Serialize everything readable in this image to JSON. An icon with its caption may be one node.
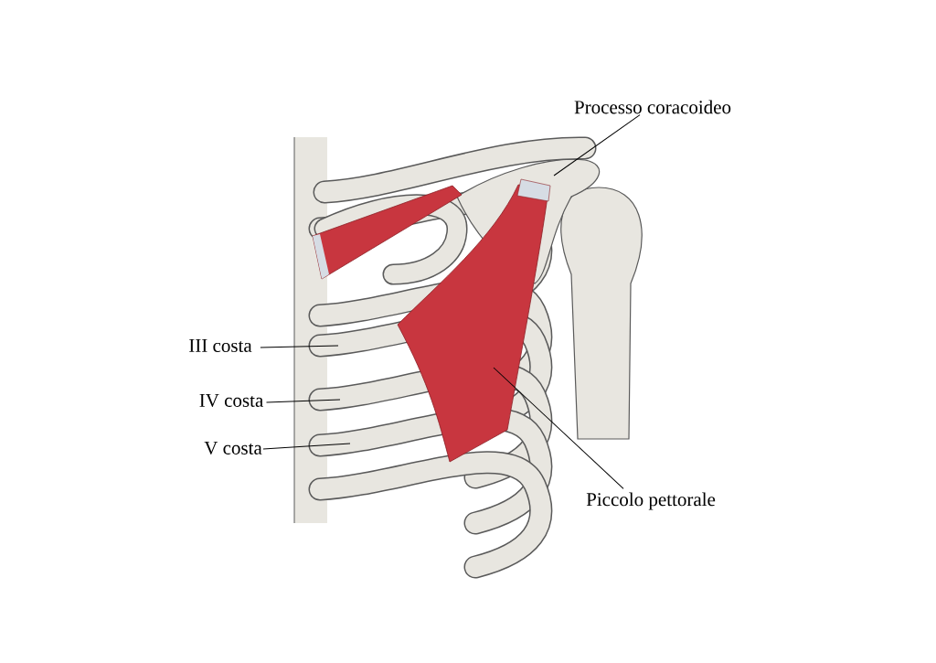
{
  "diagram": {
    "nodes": [
      {
        "text": [
          "Processo coracoideo"
        ]
      },
      {
        "text": [
          "III costa"
        ]
      },
      {
        "text": [
          "IV costa"
        ]
      },
      {
        "text": [
          "V costa"
        ]
      },
      {
        "text": [
          "Piccolo pettorale"
        ]
      }
    ],
    "edges": [
      {
        "from": 0,
        "to": null,
        "arrow": "none"
      },
      {
        "from": 1,
        "to": null,
        "arrow": "none"
      },
      {
        "from": 2,
        "to": null,
        "arrow": "none"
      },
      {
        "from": 3,
        "to": null,
        "arrow": "none"
      },
      {
        "from": 4,
        "to": null,
        "arrow": "none"
      }
    ]
  }
}
